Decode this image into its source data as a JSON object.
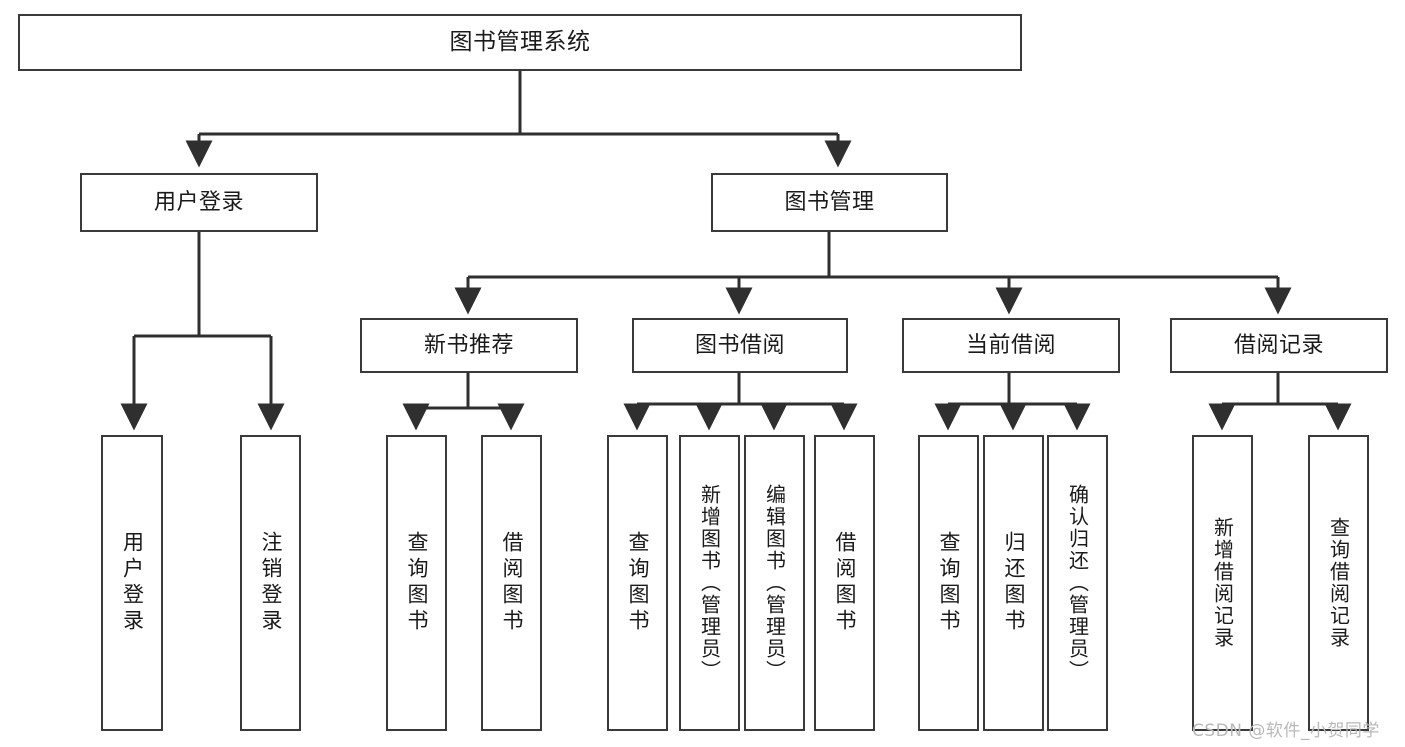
{
  "diagram": {
    "type": "tree-hierarchy-chart",
    "title": "图书管理系统",
    "orientation": "top-down",
    "colors": {
      "box_border": "#3a3a3a",
      "box_fill": "#ffffff",
      "connector": "#2f2f2f",
      "text": "#1a1a1a",
      "watermark": "#b9b9b9",
      "background": "#ffffff"
    },
    "levels": {
      "root": {
        "label": "图书管理系统"
      },
      "level2": [
        {
          "id": "user-login",
          "label": "用户登录"
        },
        {
          "id": "book-management",
          "label": "图书管理"
        }
      ],
      "level3": [
        {
          "id": "new-book-recommend",
          "label": "新书推荐",
          "parent": "book-management"
        },
        {
          "id": "book-borrow",
          "label": "图书借阅",
          "parent": "book-management"
        },
        {
          "id": "current-borrow",
          "label": "当前借阅",
          "parent": "book-management"
        },
        {
          "id": "borrow-record",
          "label": "借阅记录",
          "parent": "book-management"
        }
      ],
      "leaves": [
        {
          "id": "leaf-user-login",
          "label": "用户登录",
          "parent": "user-login"
        },
        {
          "id": "leaf-logout-login",
          "label": "注销登录",
          "parent": "user-login"
        },
        {
          "id": "leaf-query-book-1",
          "label": "查询图书",
          "parent": "new-book-recommend"
        },
        {
          "id": "leaf-borrow-book-1",
          "label": "借阅图书",
          "parent": "new-book-recommend"
        },
        {
          "id": "leaf-query-book-2",
          "label": "查询图书",
          "parent": "book-borrow"
        },
        {
          "id": "leaf-add-book",
          "label": "新增图书（管理员）",
          "parent": "book-borrow"
        },
        {
          "id": "leaf-edit-book",
          "label": "编辑图书（管理员）",
          "parent": "book-borrow"
        },
        {
          "id": "leaf-borrow-book-2",
          "label": "借阅图书",
          "parent": "book-borrow"
        },
        {
          "id": "leaf-query-book-3",
          "label": "查询图书",
          "parent": "current-borrow"
        },
        {
          "id": "leaf-return-book",
          "label": "归还图书",
          "parent": "current-borrow"
        },
        {
          "id": "leaf-confirm-return",
          "label": "确认归还（管理员）",
          "parent": "current-borrow"
        },
        {
          "id": "leaf-add-record",
          "label": "新增借阅记录",
          "parent": "borrow-record"
        },
        {
          "id": "leaf-query-record",
          "label": "查询借阅记录",
          "parent": "borrow-record"
        }
      ]
    }
  },
  "watermark": {
    "text": "CSDN @软件_小贺同学"
  }
}
